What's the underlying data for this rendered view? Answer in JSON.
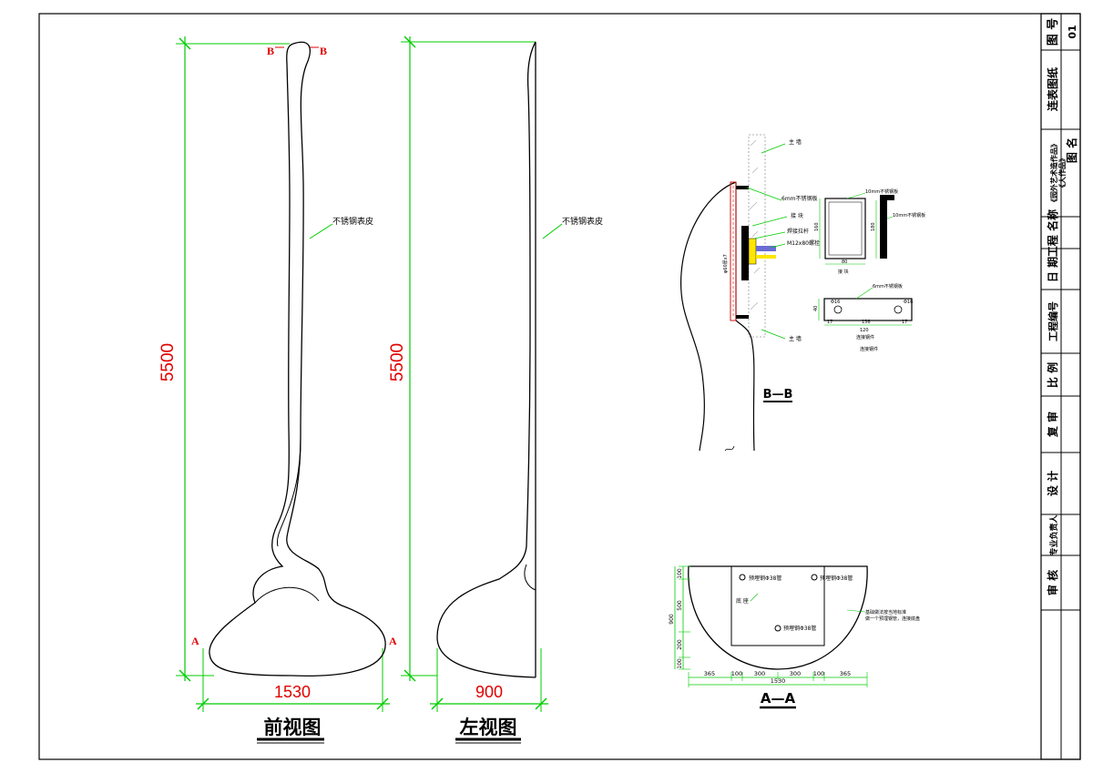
{
  "front_view": {
    "title": "前视图",
    "height_dim": "5500",
    "width_dim": "1530",
    "callout": "不锈钢表皮",
    "section_b_left": "B",
    "section_b_right": "B",
    "section_a_left": "A",
    "section_a_right": "A"
  },
  "left_view": {
    "title": "左视图",
    "height_dim": "5500",
    "width_dim": "900",
    "callout": "不锈钢表皮"
  },
  "section_bb": {
    "title": "B—B",
    "labels": {
      "main_wall_top": "主 墙",
      "plate_6mm": "6mm不锈钢板",
      "connector": "接 块",
      "weld": "焊接拉杆",
      "bolt": "M12x80螺栓",
      "skin_thickness": "φ60厚x7",
      "main_wall_bottom": "主 墙",
      "plate_10mm": "10mm不锈钢板",
      "plate_10mm_side": "10mm不锈钢板",
      "connector_detail": "接 块",
      "plate_6mm_detail": "6mm不锈钢板",
      "base_plate": "连接钢件",
      "base_plate_caption": "连接钢件",
      "dim_160": "160",
      "dim_180": "180",
      "dim_80": "80",
      "dim_120": "120",
      "dim_156": "156",
      "dim_17_left": "17",
      "dim_17_right": "17",
      "dim_40": "40",
      "hole_left": "Φ16",
      "hole_right": "Φ16"
    }
  },
  "section_aa": {
    "title": "A—A",
    "pipe_labels": [
      "预埋钢Φ38管",
      "预埋钢Φ38管",
      "预埋钢Φ38管"
    ],
    "base_label": "底 座",
    "note_line1": "基础做法按当地标准",
    "note_line2": "做一个预埋钢管，连接底盘",
    "dims_vertical": [
      "100",
      "500",
      "200",
      "100"
    ],
    "dim_total_vertical": "900",
    "dims_horizontal": [
      "365",
      "100",
      "300",
      "300",
      "100",
      "365"
    ],
    "dim_total_horizontal": "1530"
  },
  "title_block": {
    "drawing_number_label": "图 号",
    "drawing_number": "01",
    "drawing_name_label": "图 名",
    "drawing_name": "连表图纸",
    "project_name_label": "工程 名称",
    "project_name_line1": "《园外艺术造作品》",
    "project_name_line2": "《大作品》",
    "date_label": "日 期",
    "project_no_label": "工程编号",
    "scale_label": "比 例",
    "review_label": "复 审",
    "design_label": "设 计",
    "lead_label": "专业负责人",
    "audit_label": "审 核"
  },
  "colors": {
    "dimension_line": "#00cc00",
    "dimension_text": "#e00000",
    "outline": "#000000",
    "yellow_plate": "#ffe600",
    "purple_bolt": "#6b6bd6",
    "hatch_red": "#d01010"
  }
}
